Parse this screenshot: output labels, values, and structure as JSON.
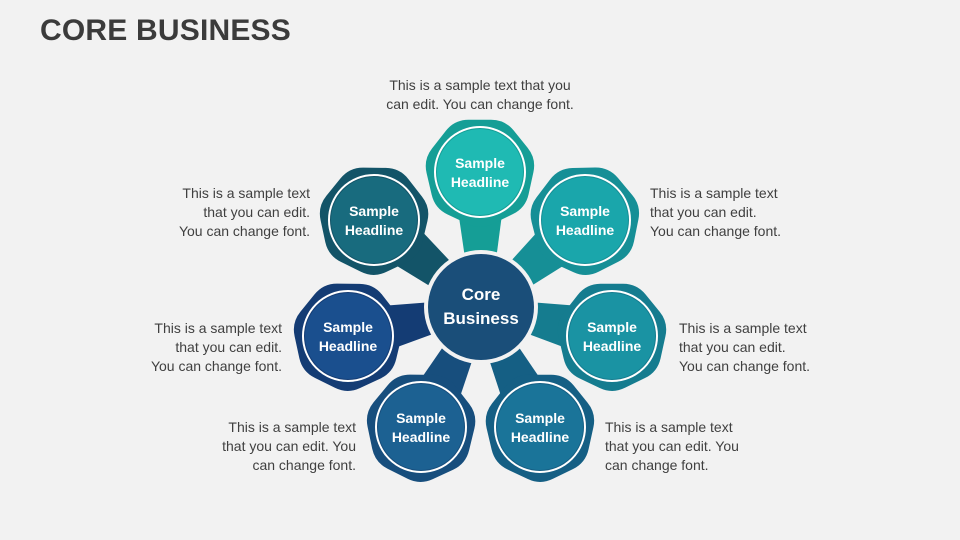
{
  "title": "CORE BUSINESS",
  "center": {
    "line1": "Core",
    "line2": "Business",
    "color": "#1a4e79"
  },
  "petals": [
    {
      "id": "top",
      "line1": "Sample",
      "line2": "Headline",
      "outer": "#159e96",
      "inner": "#1fbab3"
    },
    {
      "id": "upper-right",
      "line1": "Sample",
      "line2": "Headline",
      "outer": "#168f96",
      "inner": "#1aa6ab"
    },
    {
      "id": "middle-right",
      "line1": "Sample",
      "line2": "Headline",
      "outer": "#157c8f",
      "inner": "#1a93a3"
    },
    {
      "id": "lower-right",
      "line1": "Sample",
      "line2": "Headline",
      "outer": "#155f84",
      "inner": "#1a7499"
    },
    {
      "id": "lower-left",
      "line1": "Sample",
      "line2": "Headline",
      "outer": "#174e7d",
      "inner": "#1c6192"
    },
    {
      "id": "middle-left",
      "line1": "Sample",
      "line2": "Headline",
      "outer": "#143c74",
      "inner": "#1a4f8e"
    },
    {
      "id": "upper-left",
      "line1": "Sample",
      "line2": "Headline",
      "outer": "#135468",
      "inner": "#186b7e"
    }
  ],
  "descriptions": {
    "top": [
      "This is a sample text that you",
      "can edit. You can change font."
    ],
    "upper_left": [
      "This is a sample text",
      "that you can edit.",
      "You can change font."
    ],
    "upper_right": [
      "This is a sample text",
      "that you can edit.",
      "You can change font."
    ],
    "middle_left": [
      "This is a sample text",
      "that you can edit.",
      "You can change font."
    ],
    "middle_right": [
      "This is a sample text",
      "that you can edit.",
      "You can change font."
    ],
    "lower_left": [
      "This is a sample text",
      "that you can edit. You",
      "can change font."
    ],
    "lower_right": [
      "This is a sample text",
      "that you can edit. You",
      "can change font."
    ]
  }
}
